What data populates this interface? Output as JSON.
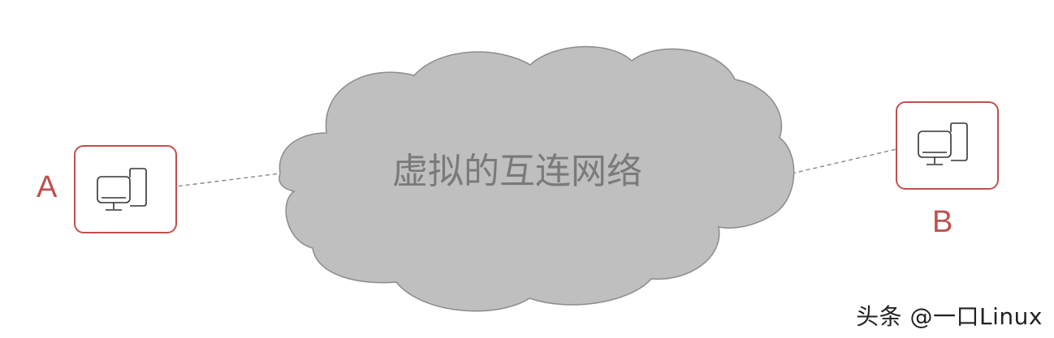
{
  "diagram": {
    "nodes": [
      {
        "id": "A",
        "label": "A",
        "icon": "computer-icon"
      },
      {
        "id": "B",
        "label": "B",
        "icon": "computer-icon"
      }
    ],
    "network": {
      "label": "虚拟的互连网络",
      "shape": "cloud",
      "fill_color": "#bfbfbf"
    },
    "links": [
      {
        "from": "A",
        "to": "network",
        "style": "dashed"
      },
      {
        "from": "network",
        "to": "B",
        "style": "dashed"
      }
    ],
    "colors": {
      "node_border": "#c0504d",
      "node_label": "#c0504d",
      "cloud_fill": "#bfbfbf",
      "cloud_stroke": "#8c8c8c",
      "cloud_text": "#7a7a7a",
      "link": "#7f7f7f"
    }
  },
  "watermark": {
    "text": "头条 @一口Linux"
  }
}
